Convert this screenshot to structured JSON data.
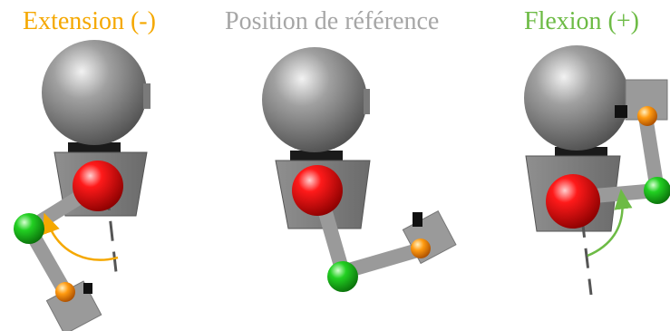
{
  "labels": {
    "extension": "Extension (-)",
    "reference": "Position de référence",
    "flexion": "Flexion (+)"
  },
  "colors": {
    "extension": "#f5a800",
    "reference": "#a6a6a6",
    "flexion": "#6dbb45",
    "head": "#8c8c8c",
    "base": "#7a7a7a",
    "link": "#9a9a9a",
    "shoulder_joint": "#e00000",
    "elbow_joint": "#22cc22",
    "wrist_joint": "#ff8a00",
    "hand": "#999999",
    "axis_line": "#555555"
  },
  "icons": {
    "head": "sphere-head",
    "shoulder": "sphere-joint-red",
    "elbow": "sphere-joint-green",
    "wrist": "sphere-joint-orange",
    "rotation_arrow": "curved-arrow"
  }
}
